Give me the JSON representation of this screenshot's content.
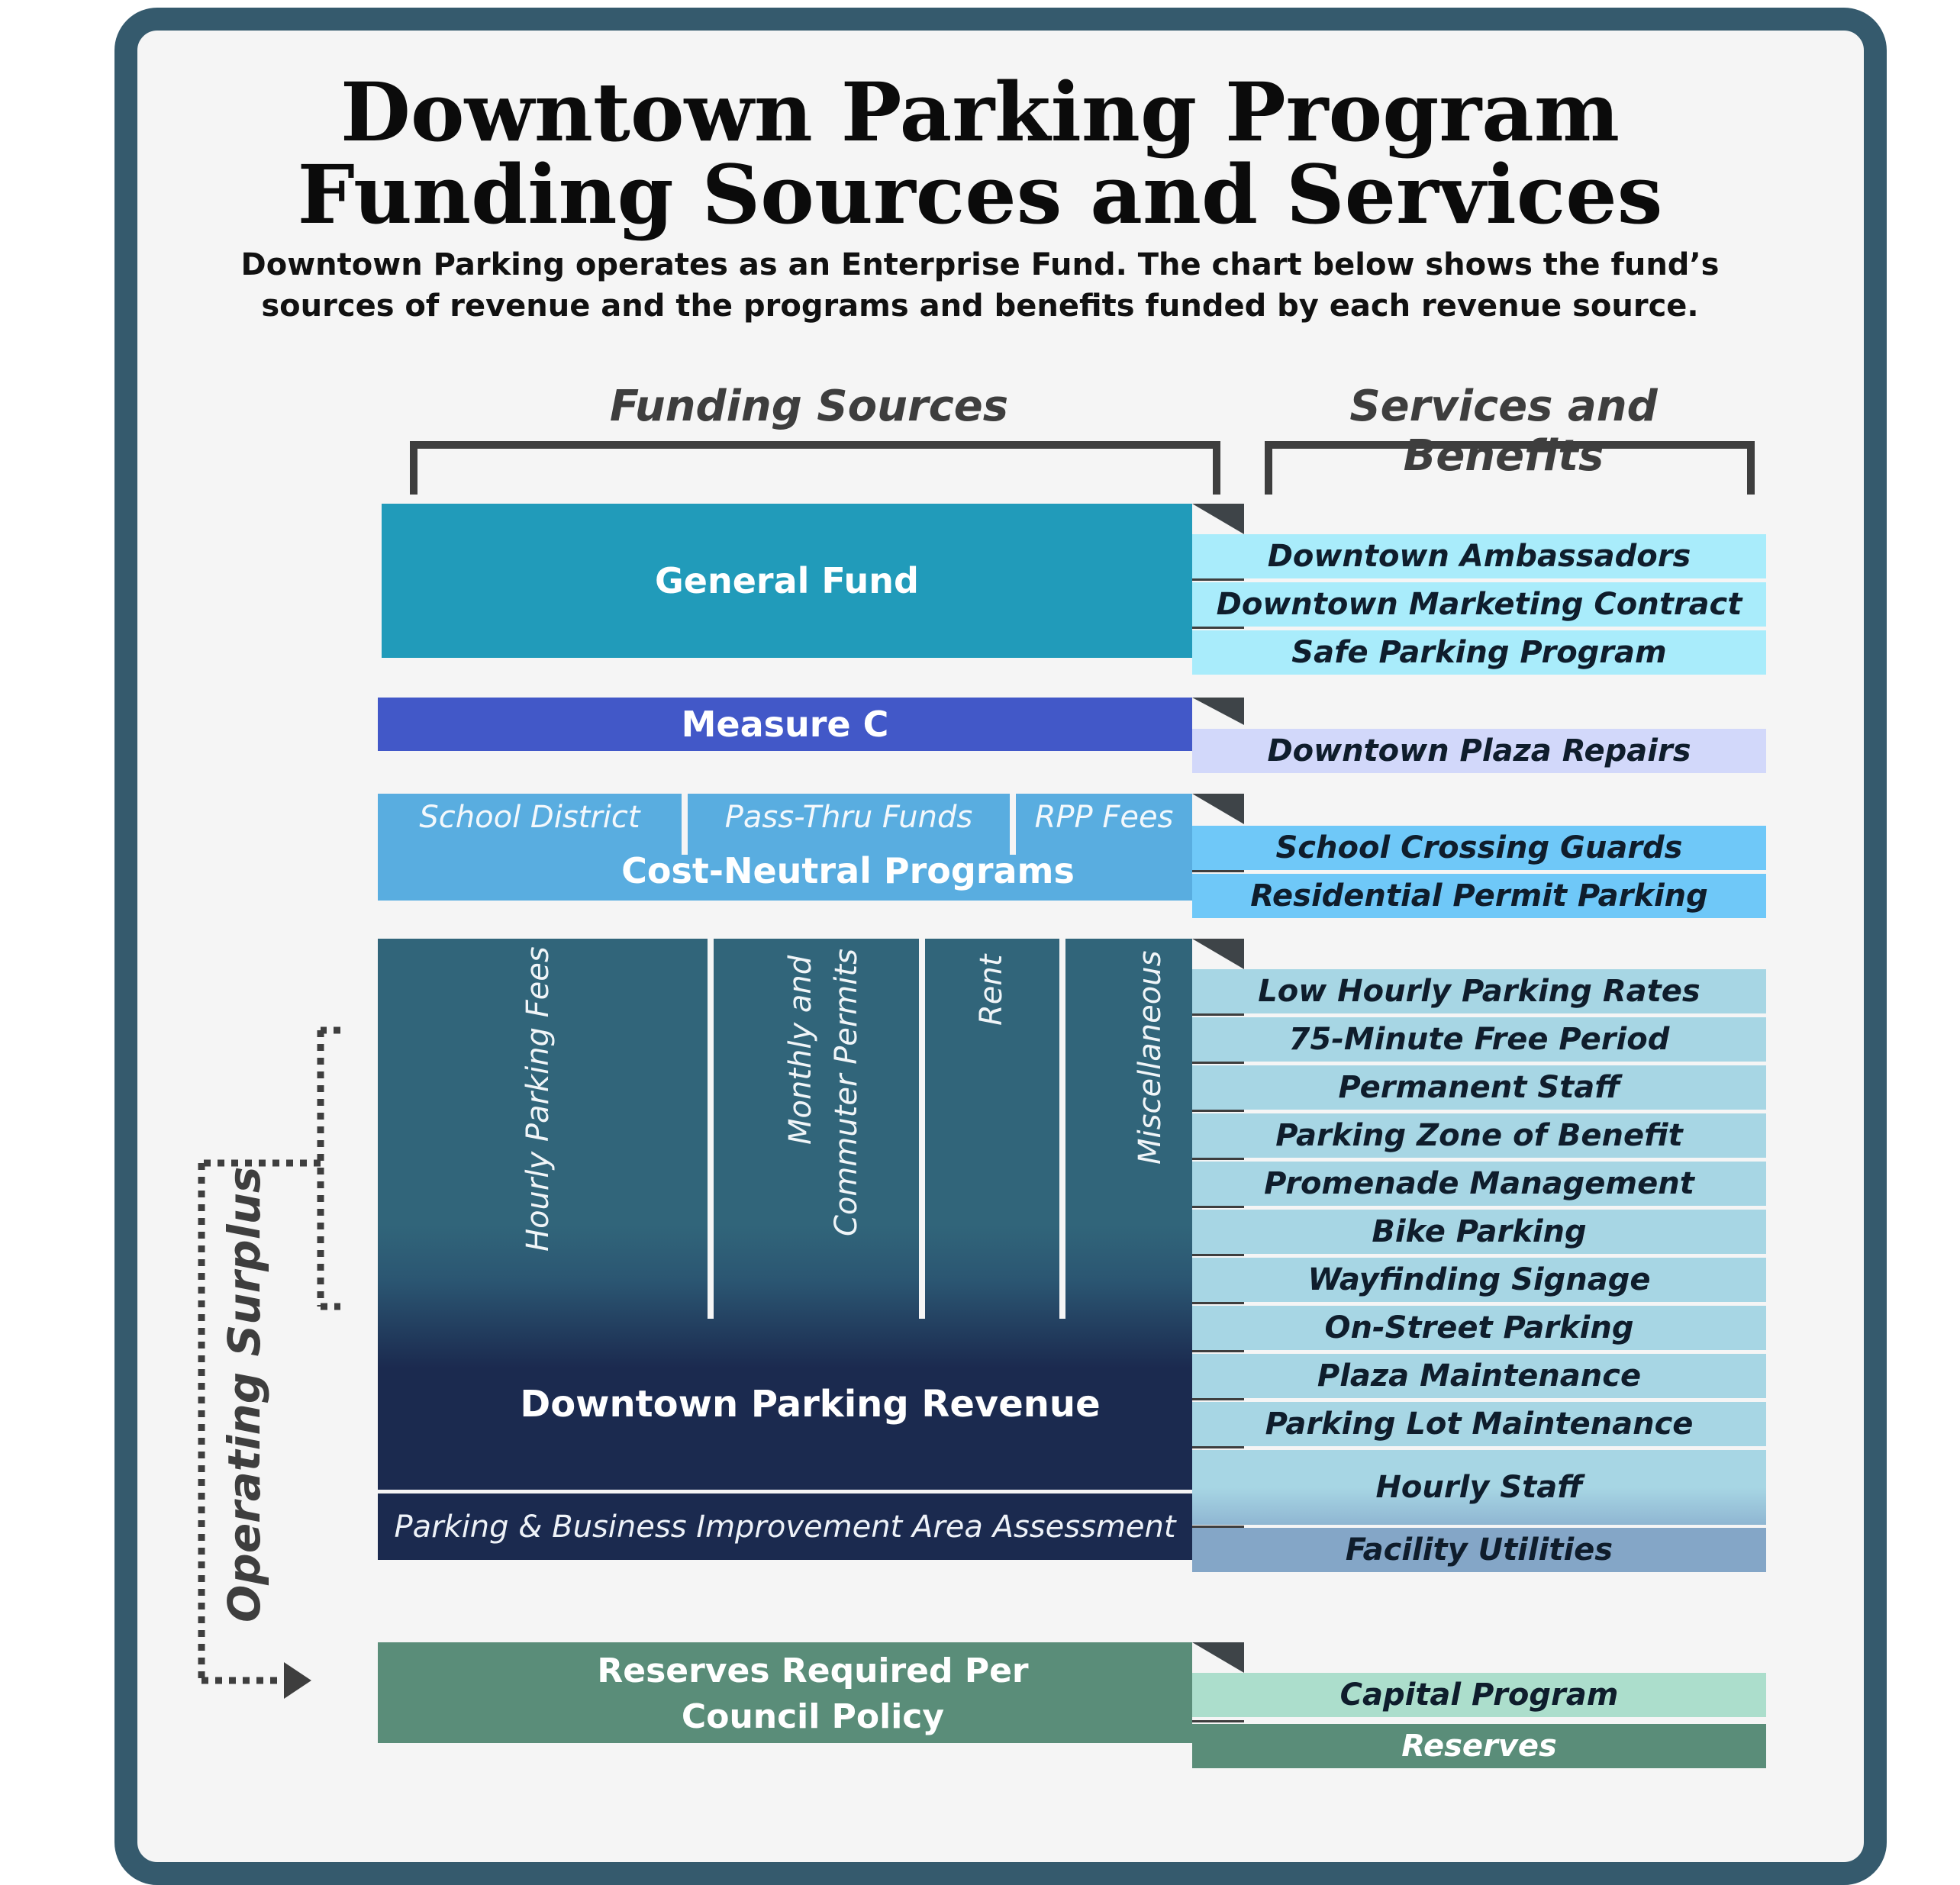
{
  "title_line1": "Downtown Parking Program",
  "title_line2": "Funding Sources and Services",
  "subtitle_line1": "Downtown Parking operates as an Enterprise Fund.  The chart below shows the fund’s",
  "subtitle_line2": "sources of revenue and the programs and benefits funded by each revenue source.",
  "columns": {
    "funding": "Funding Sources",
    "services": "Services and Benefits"
  },
  "funding": {
    "general_fund": "General Fund",
    "measure_c": "Measure C",
    "cost_neutral": {
      "label": "Cost-Neutral Programs",
      "parts": [
        "School District",
        "Pass-Thru Funds",
        "RPP Fees"
      ]
    },
    "parking_revenue": {
      "label": "Downtown Parking Revenue",
      "parts": [
        "Hourly Parking Fees",
        "Monthly and",
        "Commuter Permits",
        "Rent",
        "Miscellaneous"
      ]
    },
    "pbia": "Parking  & Business Improvement Area Assessment",
    "reserves_source_line1": "Reserves Required Per",
    "reserves_source_line2": "Council Policy"
  },
  "operating_surplus": "Operating Surplus",
  "services": {
    "general_fund": [
      "Downtown Ambassadors",
      "Downtown Marketing Contract",
      "Safe Parking Program"
    ],
    "measure_c": [
      "Downtown Plaza Repairs"
    ],
    "cost_neutral": [
      "School Crossing Guards",
      "Residential Permit Parking"
    ],
    "parking_revenue": [
      "Low Hourly Parking Rates",
      "75-Minute Free Period",
      "Permanent Staff",
      "Parking Zone of Benefit",
      "Promenade Management",
      "Bike Parking",
      "Wayfinding Signage",
      "On-Street Parking",
      "Plaza Maintenance",
      "Parking Lot Maintenance",
      "Hourly Staff",
      "Facility Utilities"
    ],
    "reserves": [
      "Capital Program",
      "Reserves"
    ]
  },
  "colors": {
    "frame": "#355a6d",
    "general_fund": "#219bba",
    "measure_c": "#4258c8",
    "cost_neutral": "#59ade0",
    "parking_revenue": "#31657a",
    "pbia": "#1b2a4f",
    "reserves": "#5a8d79"
  }
}
